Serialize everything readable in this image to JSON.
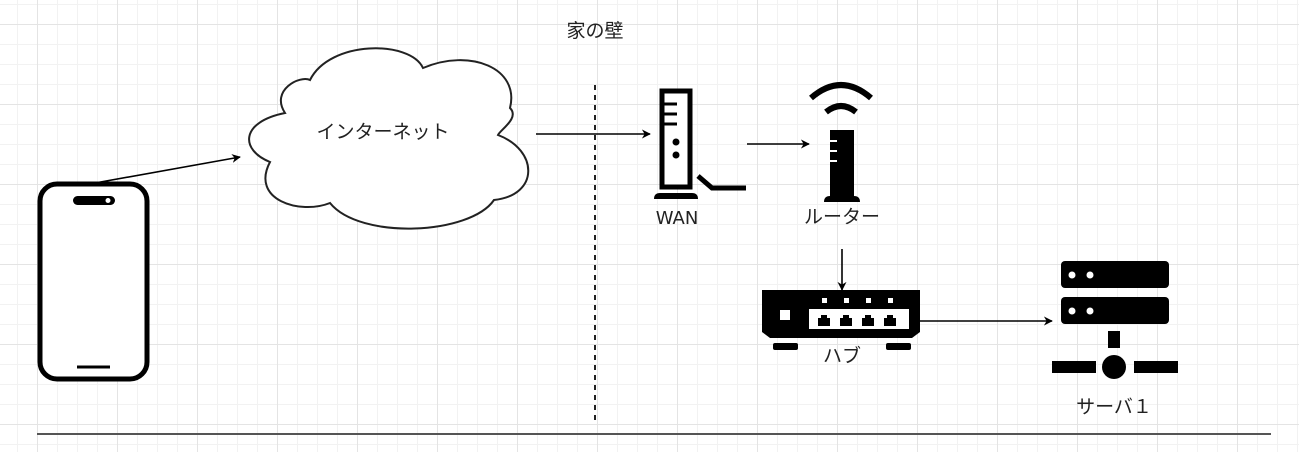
{
  "diagram": {
    "wall_label": "家の壁",
    "nodes": {
      "phone": {
        "label": "",
        "icon": "smartphone-icon"
      },
      "internet": {
        "label": "インターネット",
        "icon": "cloud-icon"
      },
      "wan": {
        "label": "WAN",
        "icon": "modem-icon"
      },
      "router": {
        "label": "ルーター",
        "icon": "wifi-router-icon"
      },
      "hub": {
        "label": "ハブ",
        "icon": "network-switch-icon"
      },
      "server": {
        "label": "サーバ１",
        "icon": "server-icon"
      }
    },
    "edges": [
      {
        "from": "phone",
        "to": "internet"
      },
      {
        "from": "internet",
        "to": "wan"
      },
      {
        "from": "wan",
        "to": "router"
      },
      {
        "from": "router",
        "to": "hub"
      },
      {
        "from": "hub",
        "to": "server"
      }
    ],
    "colors": {
      "stroke": "#000000",
      "text": "#222222",
      "grid_major": "#e4e4e4",
      "grid_minor": "#f2f2f2",
      "ground_line": "#555555"
    }
  }
}
